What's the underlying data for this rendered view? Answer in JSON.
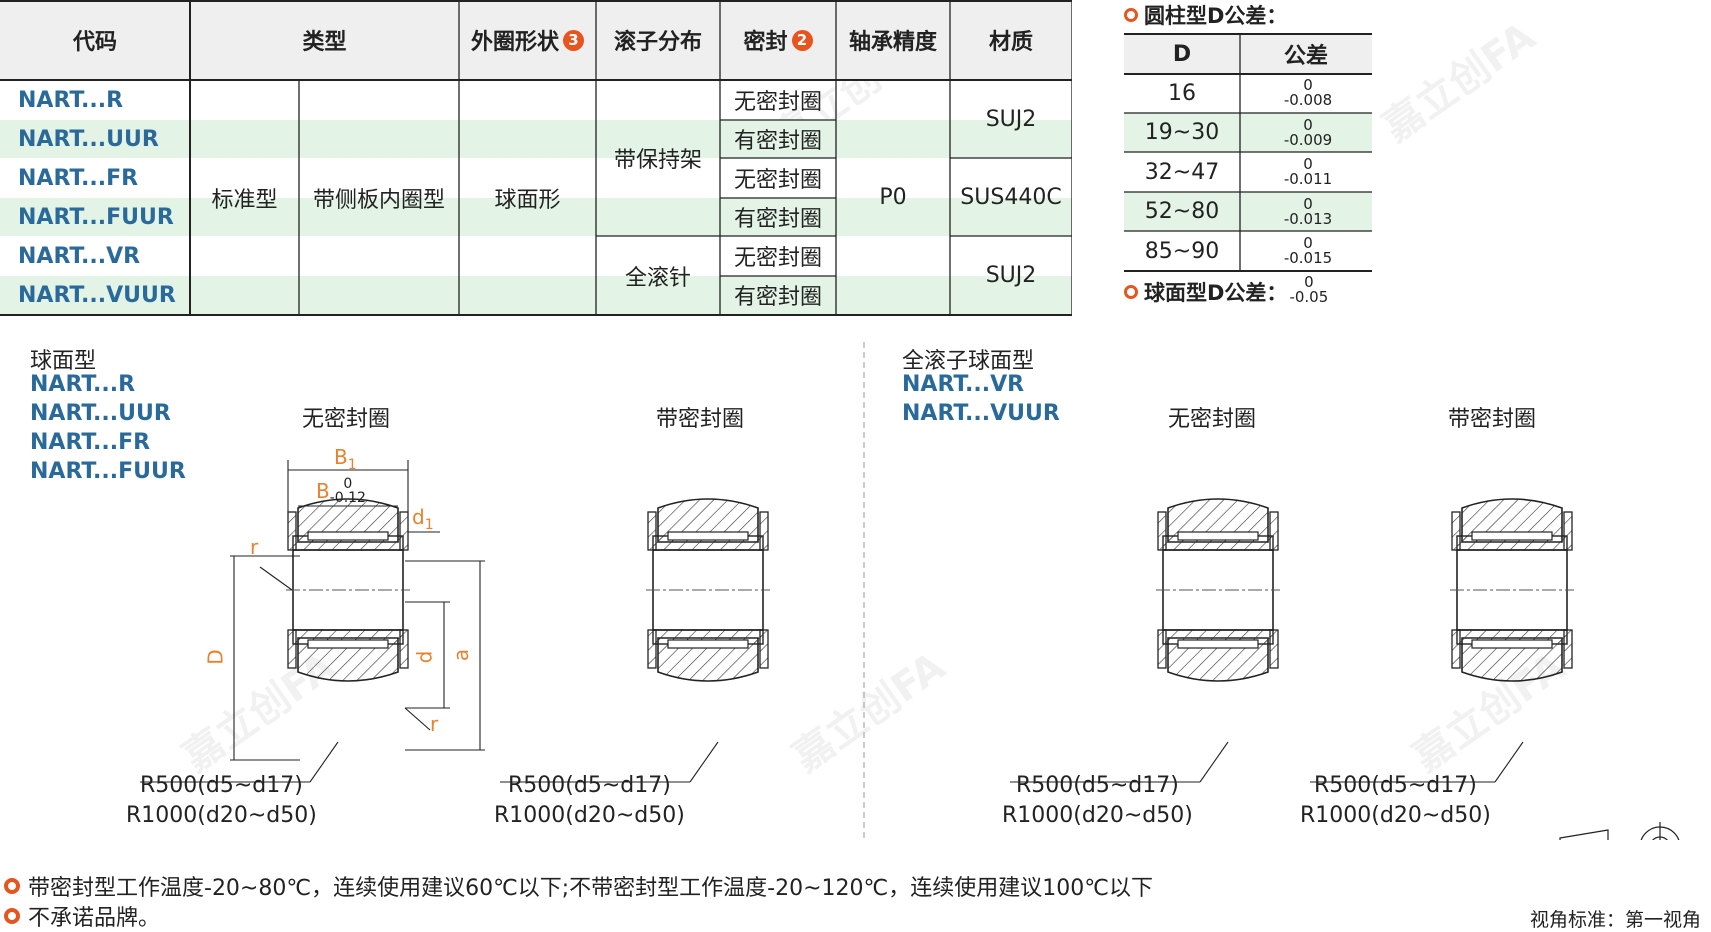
{
  "table": {
    "headers": {
      "code": "代码",
      "type": "类型",
      "outer_shape": "外圈形状",
      "outer_shape_badge": "3",
      "roller": "滚子分布",
      "seal": "密封",
      "seal_badge": "2",
      "precision": "轴承精度",
      "material": "材质"
    },
    "codes": [
      "NART...R",
      "NART...UUR",
      "NART...FR",
      "NART...FUUR",
      "NART...VR",
      "NART...VUUR"
    ],
    "type_a": "标准型",
    "type_b": "带侧板内圈型",
    "outer_shape": "球面形",
    "roller_1": "带保持架",
    "roller_2": "全滚针",
    "seals": [
      "无密封圈",
      "有密封圈",
      "无密封圈",
      "有密封圈",
      "无密封圈",
      "有密封圈"
    ],
    "precision": "P0",
    "materials": [
      "SUJ2",
      "SUS440C",
      "SUJ2"
    ]
  },
  "tolerance": {
    "title": "圆柱型D公差：",
    "col_d": "D",
    "col_tol": "公差",
    "rows": [
      {
        "d": "16",
        "upper": "0",
        "lower": "-0.008"
      },
      {
        "d": "19~30",
        "upper": "0",
        "lower": "-0.009"
      },
      {
        "d": "32~47",
        "upper": "0",
        "lower": "-0.011"
      },
      {
        "d": "52~80",
        "upper": "0",
        "lower": "-0.013"
      },
      {
        "d": "85~90",
        "upper": "0",
        "lower": "-0.015"
      }
    ],
    "spherical_label": "球面型D公差：",
    "spherical_upper": "0",
    "spherical_lower": "-0.05"
  },
  "left_group": {
    "title": "球面型",
    "codes": [
      "NART...R",
      "NART...UUR",
      "NART...FR",
      "NART...FUUR"
    ],
    "fig1_label": "无密封圈",
    "fig2_label": "带密封圈"
  },
  "right_group": {
    "title": "全滚子球面型",
    "codes": [
      "NART...VR",
      "NART...VUUR"
    ],
    "fig1_label": "无密封圈",
    "fig2_label": "带密封圈"
  },
  "dims": {
    "b1": "B",
    "b1_sub": "1",
    "b": "B",
    "b_upper": "0",
    "b_lower": "-0.12",
    "d1": "d",
    "d1_sub": "1",
    "r": "r",
    "D": "D",
    "d": "d",
    "a": "a"
  },
  "radius": {
    "line1": "R500(d5~d17)",
    "line2": "R1000(d20~d50)"
  },
  "notes": [
    "带密封型工作温度-20~80℃，连续使用建议60℃以下;不带密封型工作温度-20~120℃，连续使用建议100℃以下",
    "不承诺品牌。"
  ],
  "view_standard": "视角标准：第一视角",
  "colors": {
    "accent": "#e8541e",
    "code_blue": "#2a6a9a",
    "dim_orange": "#e8822e",
    "row_green": "#e3f3e6"
  }
}
